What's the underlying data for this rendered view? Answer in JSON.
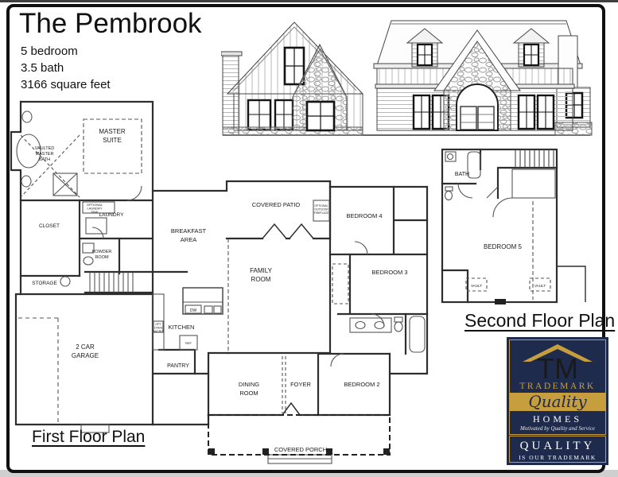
{
  "header": {
    "title": "The Pembrook",
    "specs": [
      "5 bedroom",
      "3.5 bath",
      "3166 square feet"
    ]
  },
  "first_floor": {
    "caption": "First Floor Plan",
    "rooms": {
      "master_suite": [
        "MASTER",
        "SUITE"
      ],
      "vaulted_master_bath": [
        "VAULTED",
        "MASTER",
        "BATH"
      ],
      "closet": "CLOSET",
      "laundry": "LAUNDRY",
      "optional_laundry_sink": [
        "OPTIONAL",
        "LAUNDRY",
        "SINK"
      ],
      "powder_room": [
        "POWDER",
        "ROOM"
      ],
      "storage": "STORAGE",
      "garage": [
        "2 CAR",
        "GARAGE"
      ],
      "breakfast_area": [
        "BREAKFAST",
        "AREA"
      ],
      "kitchen": "KITCHEN",
      "pantry": "PANTRY",
      "dishwasher": "DW",
      "refrigerator": "REF",
      "opt_oven_micro": [
        "OPT",
        "OVEN",
        "MICRO"
      ],
      "covered_patio": "COVERED PATIO",
      "opt_outdoor_fireplace": [
        "OPTIONAL",
        "OUTDOOR",
        "FIREPLACE"
      ],
      "family_room": [
        "FAMILY",
        "ROOM"
      ],
      "dining_room": [
        "DINING",
        "ROOM"
      ],
      "foyer": "FOYER",
      "bedroom_2": "BEDROOM 2",
      "bedroom_3": "BEDROOM 3",
      "bedroom_4": "BEDROOM 4",
      "covered_porch": "COVERED PORCH"
    }
  },
  "second_floor": {
    "caption": "Second Floor Plan",
    "rooms": {
      "bath": "BATH",
      "bedroom_5": "BEDROOM 5",
      "vault_left": "VAULT",
      "vault_right": "VAULT"
    }
  },
  "logo": {
    "monogram": "TM",
    "line1": "TRADEMARK",
    "script": "Quality",
    "line2": "HOMES",
    "tagline": "Motivated by Quality and Service",
    "big": "QUALITY",
    "sub": "IS OUR TRADEMARK",
    "colors": {
      "navy": "#1e2b4d",
      "gold": "#c79e3e"
    }
  }
}
